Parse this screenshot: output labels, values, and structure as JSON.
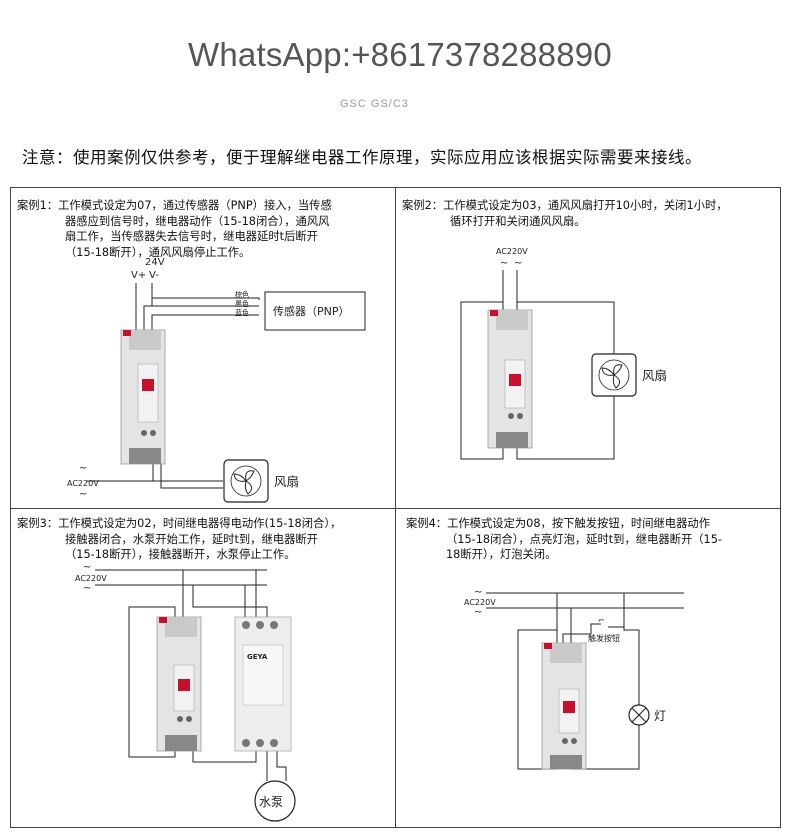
{
  "watermark": "WhatsApp:+8617378288890",
  "faint_text": "GSC GS/C3",
  "note": "注意：使用案例仅供参考，便于理解继电器工作原理，实际应用应该根据实际需要来接线。",
  "cases": [
    {
      "lines": [
        "案例1：工作模式设定为07，通过传感器（PNP）接入，当传感",
        "器感应到信号时，继电器动作（15-18闭合），通风风",
        "扇工作，当传感器失去信号时，继电器延时t后断开",
        "（15-18断开），通风风扇停止工作。"
      ],
      "supply": "24V",
      "vplus": "V+",
      "vminus": "V-",
      "wire_labels": [
        "棕色",
        "黑色",
        "蓝色"
      ],
      "sensor": "传感器（PNP）",
      "ac": "AC220V",
      "tilde": "~",
      "load": "风扇"
    },
    {
      "lines": [
        "案例2：工作模式设定为03，通风风扇打开10小时，关闭1小时，",
        "循环打开和关闭通风风扇。"
      ],
      "ac": "AC220V",
      "tilde": "~",
      "load": "风扇"
    },
    {
      "lines": [
        "案例3：工作模式设定为02，时间继电器得电动作(15-18闭合），",
        "接触器闭合，水泵开始工作，延时t到，继电器断开",
        "（15-18断开），接触器断开，水泵停止工作。"
      ],
      "ac": "AC220V",
      "tilde": "~",
      "load": "水泵",
      "brand": "GEYA"
    },
    {
      "lines": [
        "案例4：工作模式设定为08，按下触发按钮，时间继电器动作",
        "（15-18闭合），点亮灯泡，延时t到，继电器断开（15-",
        "18断开），灯泡关闭。"
      ],
      "ac": "AC220V",
      "tilde": "~",
      "button": "触发按钮",
      "load": "灯"
    }
  ],
  "colors": {
    "relay_body": "#e4e4e4",
    "relay_dark": "#b8b8b8",
    "relay_red": "#c8102e",
    "display": "#c8102e",
    "wire": "#222222"
  }
}
